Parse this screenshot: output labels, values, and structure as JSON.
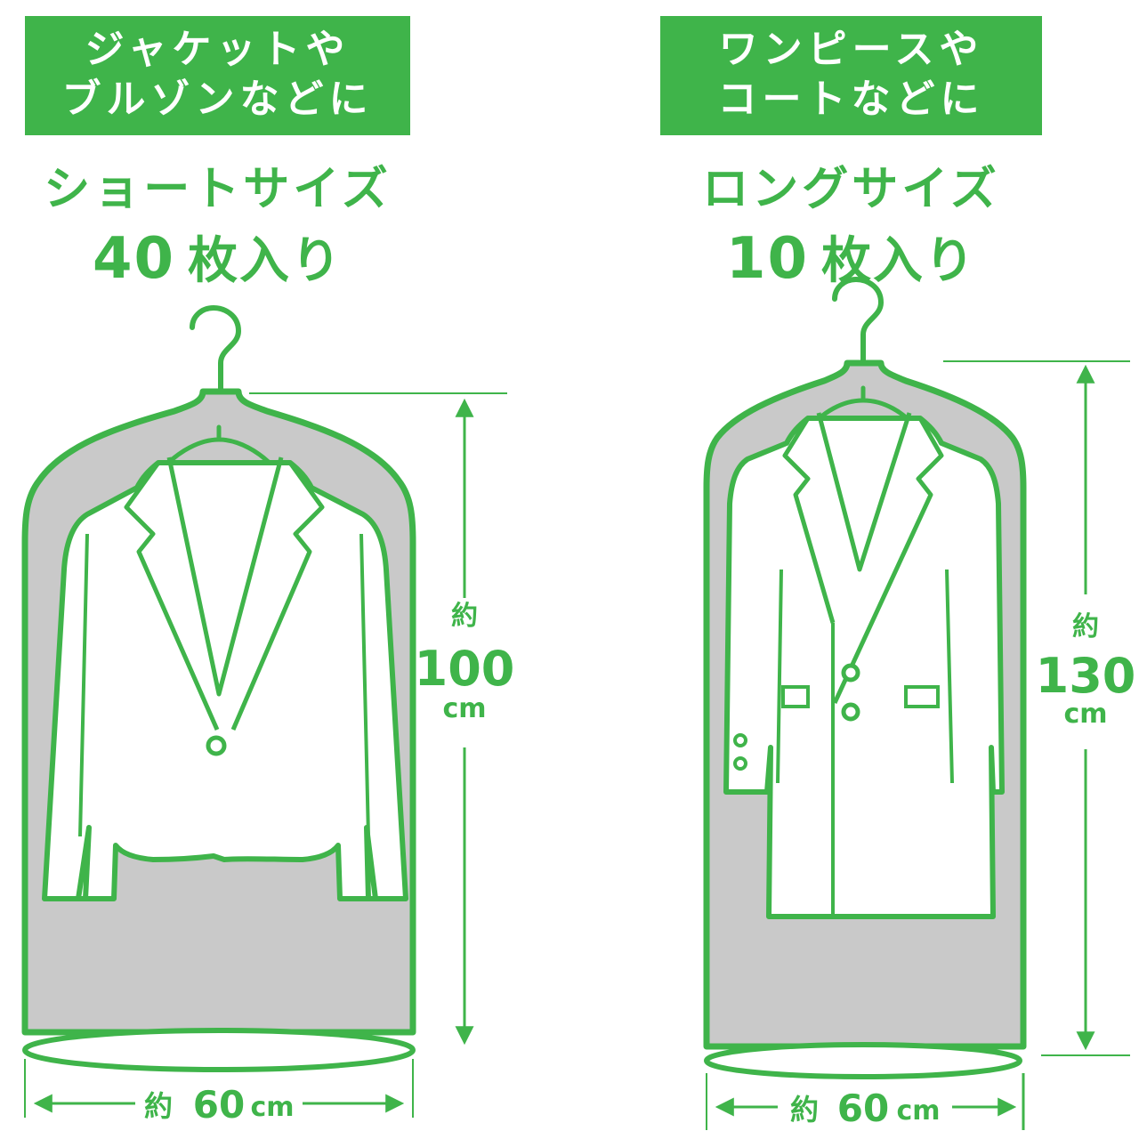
{
  "left_panel": {
    "banner_line1": "ジャケットや",
    "banner_line2": "ブルゾンなどに",
    "size_name": "ショートサイズ",
    "count_number": "40",
    "count_suffix": "枚入り",
    "height_prefix": "約",
    "height_value": "100",
    "height_unit": "cm",
    "width_prefix": "約",
    "width_value": "60",
    "width_unit": "cm"
  },
  "right_panel": {
    "banner_line1": "ワンピースや",
    "banner_line2": "コートなどに",
    "size_name": "ロングサイズ",
    "count_number": "10",
    "count_suffix": "枚入り",
    "height_prefix": "約",
    "height_value": "130",
    "height_unit": "cm",
    "width_prefix": "約",
    "width_value": "60",
    "width_unit": "cm"
  },
  "colors": {
    "accent_green": "#3fb44a",
    "bag_gray": "#c9c9c9",
    "garment_white": "#ffffff",
    "background": "#ffffff"
  }
}
